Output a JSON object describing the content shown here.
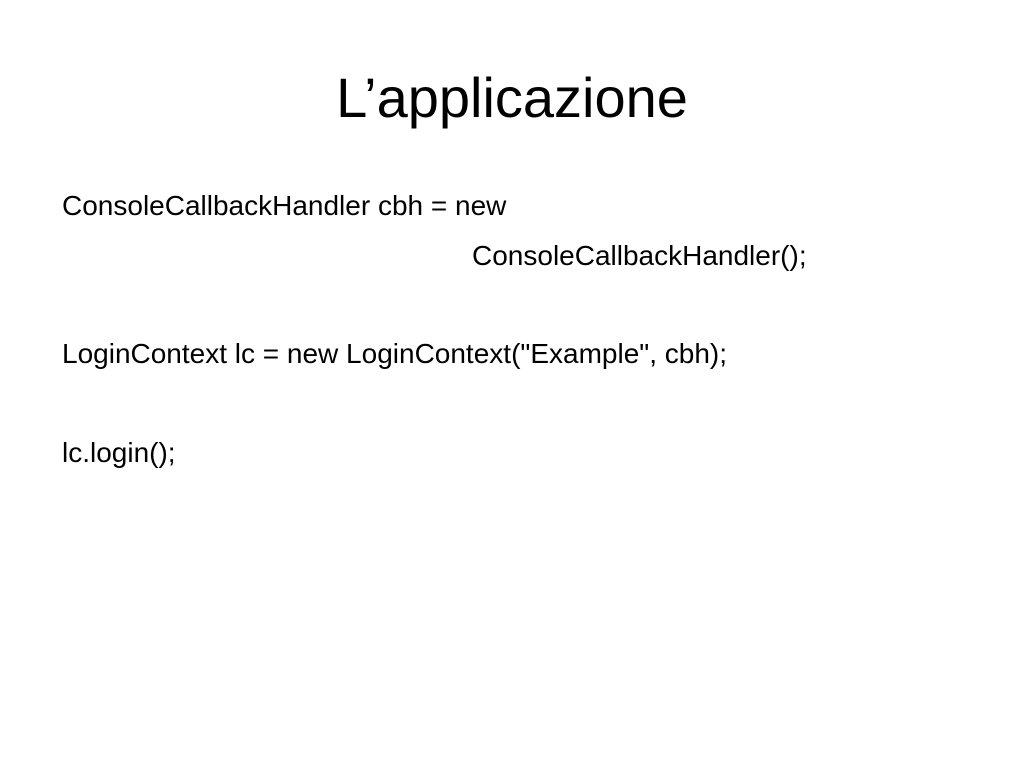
{
  "slide": {
    "title": "L’applicazione",
    "code_lines": [
      "ConsoleCallbackHandler cbh = new",
      "ConsoleCallbackHandler();",
      "LoginContext lc = new LoginContext(\"Example\", cbh);",
      "lc.login();"
    ]
  }
}
